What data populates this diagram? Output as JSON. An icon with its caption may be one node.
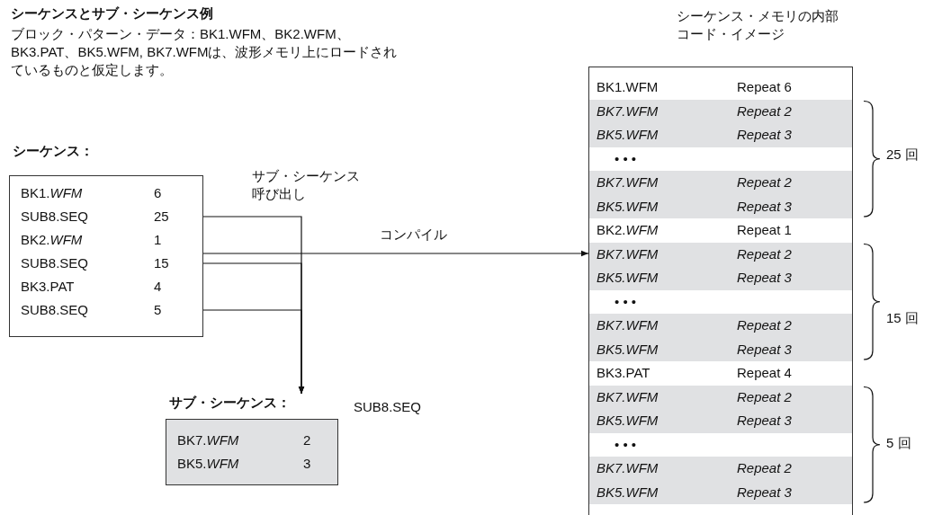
{
  "diagram": {
    "title": "シーケンスとサブ・シーケンス例",
    "nodes": [
      {
        "text": [
          "シーケンス："
        ]
      },
      {
        "text": [
          "BK1.*WFM*",
          "6"
        ],
        "in": 0
      },
      {
        "text": [
          "SUB8.SEQ",
          "25"
        ],
        "in": 0
      },
      {
        "text": [
          "BK2.*WFM*",
          "1"
        ],
        "in": 0
      },
      {
        "text": [
          "SUB8.SEQ",
          "15"
        ],
        "in": 0
      },
      {
        "text": [
          "BK3.PAT",
          "4"
        ],
        "in": 0
      },
      {
        "text": [
          "SUB8.SEQ",
          "5"
        ],
        "in": 0
      },
      {
        "text": [
          "サブ・シーケンス："
        ],
        "beside": [
          "SUB8.SEQ"
        ]
      },
      {
        "text": [
          "BK7.*WFM*",
          "2"
        ],
        "in": 7
      },
      {
        "text": [
          "BK5.*WFM*",
          "3"
        ],
        "in": 7
      },
      {
        "text": [
          "シーケンス・メモリの内部コード・イメージ"
        ]
      },
      {
        "text": [
          "BK1.WFM",
          "Repeat 6"
        ],
        "in": 10
      },
      {
        "text": [
          "BK7.WFM",
          "Repeat 2"
        ],
        "in": 10
      },
      {
        "text": [
          "BK5.WFM",
          "Repeat 3"
        ],
        "in": 10
      },
      {
        "text": [
          "• • •"
        ],
        "in": 10
      },
      {
        "text": [
          "BK7.WFM",
          "Repeat 2"
        ],
        "in": 10
      },
      {
        "text": [
          "BK5.WFM",
          "Repeat 3"
        ],
        "in": 10
      },
      {
        "text": [
          "BK2.*WFM*",
          "Repeat 1"
        ],
        "in": 10
      },
      {
        "text": [
          "BK7.WFM",
          "Repeat 2"
        ],
        "in": 10
      },
      {
        "text": [
          "BK5.WFM",
          "Repeat 3"
        ],
        "in": 10
      },
      {
        "text": [
          "• • •"
        ],
        "in": 10
      },
      {
        "text": [
          "BK7.WFM",
          "Repeat 2"
        ],
        "in": 10
      },
      {
        "text": [
          "BK5.WFM",
          "Repeat 3"
        ],
        "in": 10
      },
      {
        "text": [
          "BK3.PAT",
          "Repeat 4"
        ],
        "in": 10
      },
      {
        "text": [
          "BK7.WFM",
          "Repeat 2"
        ],
        "in": 10
      },
      {
        "text": [
          "BK5.WFM",
          "Repeat 3"
        ],
        "in": 10
      },
      {
        "text": [
          "• • •"
        ],
        "in": 10
      },
      {
        "text": [
          "BK7.WFM",
          "Repeat 2"
        ],
        "in": 10
      },
      {
        "text": [
          "BK5.WFM",
          "Repeat 3"
        ],
        "in": 10
      }
    ],
    "edges": [
      {
        "from": 2,
        "to": 7,
        "arrow": "to"
      },
      {
        "from": 4,
        "to": 7,
        "arrow": "to"
      },
      {
        "from": 6,
        "to": 7,
        "arrow": "to"
      },
      {
        "from": 0,
        "to": 10,
        "arrow": "to",
        "label": "コンパイル"
      }
    ],
    "labels": [
      "ブロック・パターン・データ：BK1.WFM、BK2.WFM、BK3.PAT、BK5.WFM, BK7.WFMは、波形メモリ上にロードされているものと仮定します。",
      "サブ・シーケンス呼び出し",
      "25 回",
      "15 回",
      "5 回"
    ]
  }
}
